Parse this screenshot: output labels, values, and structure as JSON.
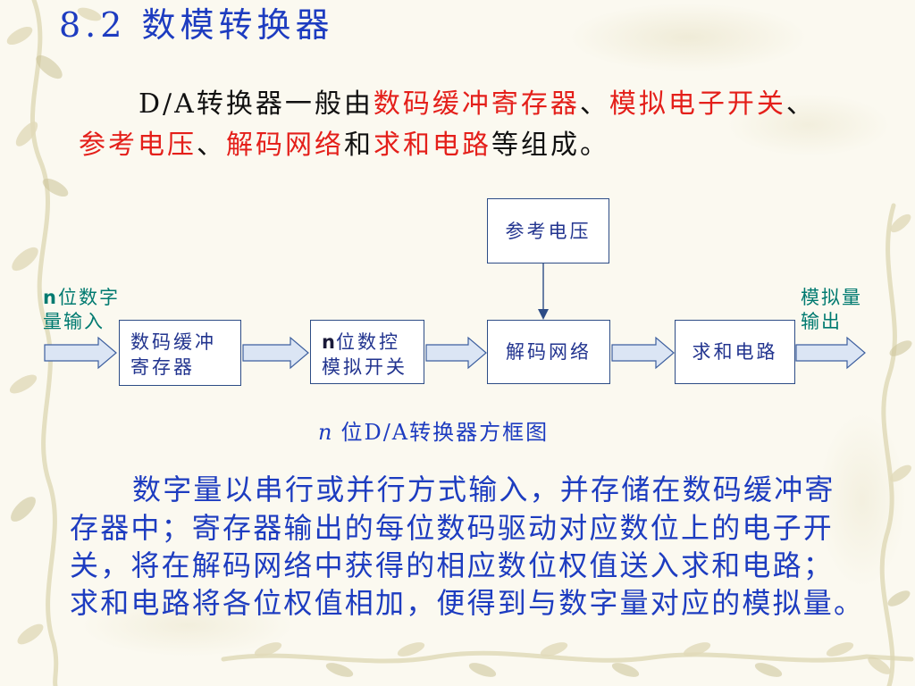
{
  "colors": {
    "title": "#1d3cc0",
    "body": "#1d3cc0",
    "plain": "#111111",
    "emphasis": "#e41f1a",
    "label": "#007a70",
    "box_text": "#22348f",
    "box_border": "#2d4c86",
    "arrow_fill": "#dbe5f4",
    "arrow_stroke": "#3d5f9f",
    "background": "#fbf9f0",
    "vine": "#dcd5b2"
  },
  "title": "8.2 数模转换器",
  "intro": {
    "line1": [
      {
        "text": "D/A转换器一般由",
        "emphasis": false
      },
      {
        "text": "数码缓冲寄存器",
        "emphasis": true
      },
      {
        "text": "、",
        "emphasis": false
      },
      {
        "text": "模拟电子开关",
        "emphasis": true
      },
      {
        "text": "、",
        "emphasis": false
      }
    ],
    "line2": [
      {
        "text": "参考电压",
        "emphasis": true
      },
      {
        "text": "、",
        "emphasis": false
      },
      {
        "text": "解码网络",
        "emphasis": true
      },
      {
        "text": "和",
        "emphasis": false
      },
      {
        "text": "求和电路",
        "emphasis": true
      },
      {
        "text": "等组成。",
        "emphasis": false
      }
    ]
  },
  "diagram": {
    "input_label": {
      "var": "n",
      "line1": "位数字",
      "line2": "量输入"
    },
    "reference_box": {
      "label": "参考电压"
    },
    "buffer_box": {
      "line1": "数码缓冲",
      "line2": "寄存器"
    },
    "switch_box": {
      "var": "n",
      "line1": "位数控",
      "line2": "模拟开关"
    },
    "decoder_box": {
      "label": "解码网络"
    },
    "sum_box": {
      "label": "求和电路"
    },
    "output_label": {
      "line1": "模拟量",
      "line2": "输出"
    },
    "caption": {
      "var": "n",
      "text": "位D/A转换器方框图"
    }
  },
  "body": {
    "lines": [
      "数字量以串行或并行方式输入，并存储在数码缓冲寄",
      "存器中；寄存器输出的每位数码驱动对应数位上的电子开",
      "关，将在解码网络中获得的相应数位权值送入求和电路；",
      "求和电路将各位权值相加，便得到与数字量对应的模拟量。"
    ]
  }
}
